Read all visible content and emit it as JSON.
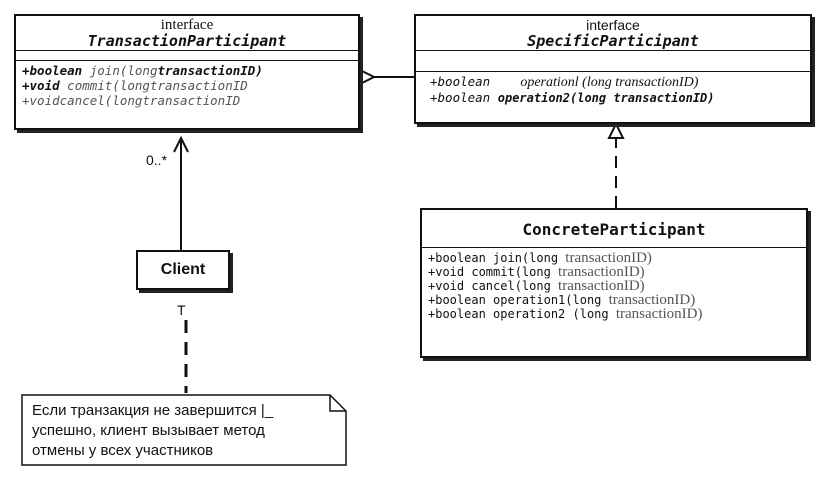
{
  "transaction_participant": {
    "stereotype": "interface",
    "name": "TransactionParticipant",
    "ops": [
      {
        "ret": "+boolean",
        "name": " join(long",
        "param": "transactionID)"
      },
      {
        "ret": "+void",
        "name": " commit(longtransactionID",
        "param": ""
      },
      {
        "ret": "+voidcancel(longtransactionID",
        "name": "",
        "param": ""
      }
    ]
  },
  "specific_participant": {
    "stereotype": "interface",
    "name": "SpecificParticipant",
    "ops": [
      {
        "ret": "+boolean",
        "name": "operationl (long transactionID)"
      },
      {
        "ret": "+boolean",
        "name": "operation2(long transactionID)"
      }
    ]
  },
  "concrete_participant": {
    "name": "ConcreteParticipant",
    "ops": [
      {
        "a": "+boolean join(long ",
        "b": "transactionID)"
      },
      {
        "a": "+void commit(long ",
        "b": "transactionID)"
      },
      {
        "a": "+void cancel(long ",
        "b": "transactionID)"
      },
      {
        "a": "+boolean operation1(long ",
        "b": "transactionID)"
      },
      {
        "a": "+boolean operation2 (long ",
        "b": "transactionID)"
      }
    ]
  },
  "client": {
    "name": "Client",
    "tag": "T"
  },
  "multiplicity": "0..*",
  "note": {
    "line1": "Если транзакция не завершится |_",
    "line2": "успешно, клиент вызывает метод",
    "line3": "отмены у всех участников"
  }
}
